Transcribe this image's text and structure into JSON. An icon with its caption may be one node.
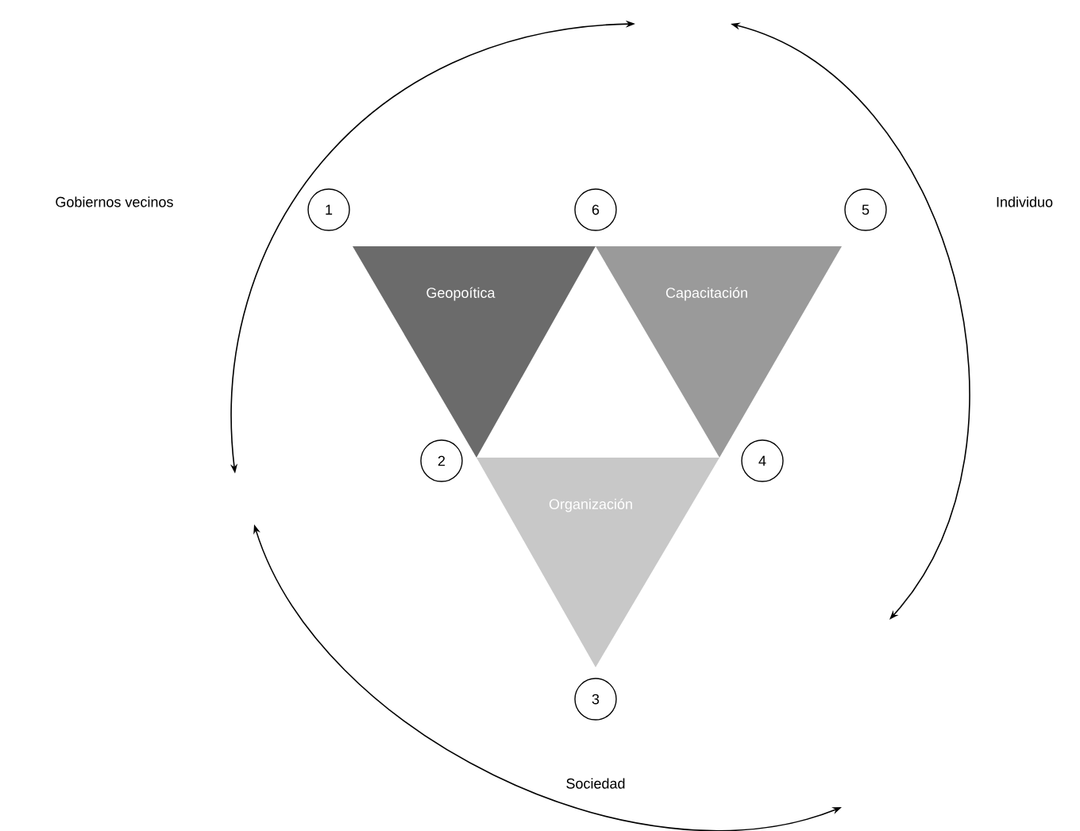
{
  "diagram": {
    "nodes": [
      {
        "text": [
          "1"
        ]
      },
      {
        "text": [
          "6"
        ]
      },
      {
        "text": [
          "5"
        ]
      },
      {
        "text": [
          "Geopoítica"
        ]
      },
      {
        "text": [
          "Capacitación"
        ]
      },
      {
        "text": [
          "2"
        ]
      },
      {
        "text": [
          "4"
        ]
      },
      {
        "text": [
          "Organización"
        ]
      },
      {
        "text": [
          "3"
        ]
      }
    ],
    "labels": [
      "Gobiernos vecinos",
      "Individuo",
      "Sociedad"
    ]
  }
}
